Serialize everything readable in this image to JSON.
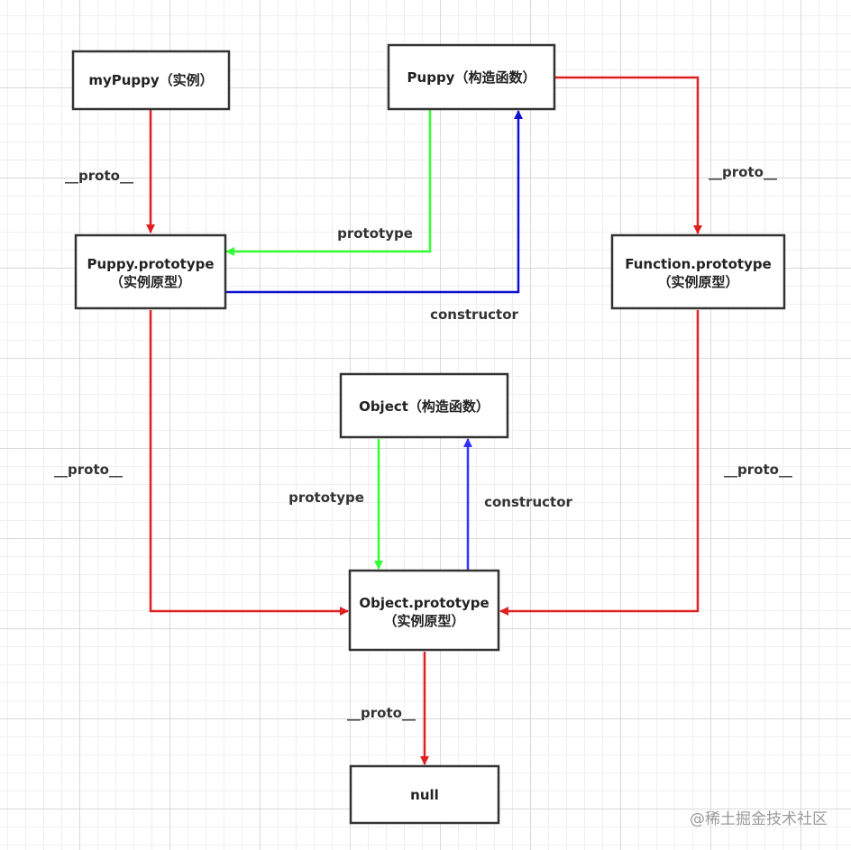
{
  "nodes": {
    "mypuppy": {
      "label": "myPuppy（实例）"
    },
    "puppy_ctor": {
      "label": "Puppy（构造函数）"
    },
    "puppy_proto": {
      "line1": "Puppy.prototype",
      "line2": "（实例原型）"
    },
    "function_proto": {
      "line1": "Function.prototype",
      "line2": "（实例原型）"
    },
    "object_ctor": {
      "label": "Object（构造函数）"
    },
    "object_proto": {
      "line1": "Object.prototype",
      "line2": "（实例原型）"
    },
    "null": {
      "label": "null"
    }
  },
  "edges": {
    "mypuppy_proto": {
      "label": "__proto__",
      "color": "#e02020"
    },
    "puppy_prototype": {
      "label": "prototype",
      "color": "#33ff33"
    },
    "puppy_constructor": {
      "label": "constructor",
      "color": "#1010d0"
    },
    "puppy_ctor_proto": {
      "label": "__proto__",
      "color": "#e02020"
    },
    "puppy_proto_proto": {
      "label": "__proto__",
      "color": "#e02020"
    },
    "function_proto_proto": {
      "label": "__proto__",
      "color": "#e02020"
    },
    "object_prototype": {
      "label": "prototype",
      "color": "#33ff33"
    },
    "object_constructor": {
      "label": "constructor",
      "color": "#3030ff"
    },
    "object_proto_proto": {
      "label": "__proto__",
      "color": "#e02020"
    }
  },
  "watermark": "@稀土掘金技术社区"
}
